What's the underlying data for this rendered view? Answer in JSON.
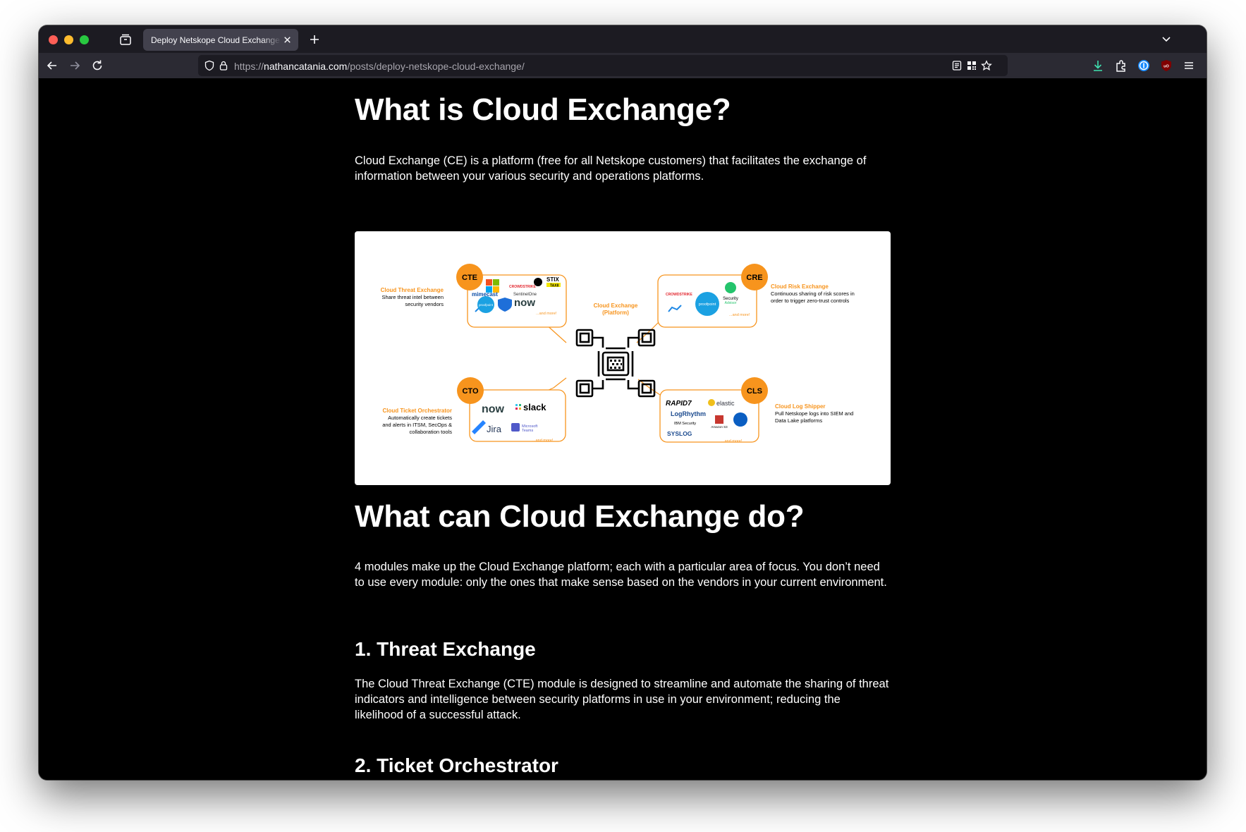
{
  "browser": {
    "tab_title": "Deploy Netskope Cloud Exchange :: N",
    "url_scheme": "https://",
    "url_host": "nathancatania.com",
    "url_path": "/posts/deploy-netskope-cloud-exchange/"
  },
  "article": {
    "h_what_is": "What is Cloud Exchange?",
    "p_what_is": "Cloud Exchange (CE) is a platform (free for all Netskope customers) that facilitates the exchange of information between your various security and operations platforms.",
    "h_what_can": "What can Cloud Exchange do?",
    "p_what_can": "4 modules make up the Cloud Exchange platform; each with a particular area of focus. You don’t need to use every module: only the ones that make sense based on the vendors in your current environment.",
    "h_threat": "1. Threat Exchange",
    "p_threat": "The Cloud Threat Exchange (CTE) module is designed to streamline and automate the sharing of threat indicators and intelligence between security platforms in use in your environment; reducing the likelihood of a successful attack.",
    "h_ticket": "2. Ticket Orchestrator"
  },
  "diagram": {
    "center_label_1": "Cloud Exchange",
    "center_label_2": "(Platform)",
    "accent": "#f7941d",
    "cte": {
      "badge": "CTE",
      "title": "Cloud Threat Exchange",
      "desc_1": "Share threat intel between",
      "desc_2": "security vendors",
      "logos": [
        "mimecast",
        "CROWDSTRIKE",
        "SentinelOne",
        "STIX",
        "TAXII",
        "proofpoint",
        "now"
      ],
      "more": "...and more!"
    },
    "cre": {
      "badge": "CRE",
      "title": "Cloud Risk Exchange",
      "desc_1": "Continuous sharing of risk scores in",
      "desc_2": "order to trigger zero-trust controls",
      "logos": [
        "CROWDSTRIKE",
        "Security",
        "Advisor",
        "proofpoint"
      ],
      "more": "...and more!"
    },
    "cto": {
      "badge": "CTO",
      "title": "Cloud Ticket Orchestrator",
      "desc_1": "Automatically create tickets",
      "desc_2": "and alerts in ITSM, SecOps &",
      "desc_3": "collaboration tools",
      "logos": [
        "now",
        "slack",
        "Jira",
        "Microsoft",
        "Teams"
      ],
      "more": "...and more!"
    },
    "cls": {
      "badge": "CLS",
      "title": "Cloud Log Shipper",
      "desc_1": "Pull Netskope logs into SIEM and",
      "desc_2": "Data Lake platforms",
      "logos": [
        "RAPID7",
        "elastic",
        "LogRhythm",
        "IBM Security",
        "Amazon S3",
        "SYSLOG"
      ],
      "more": "...and more!"
    }
  }
}
